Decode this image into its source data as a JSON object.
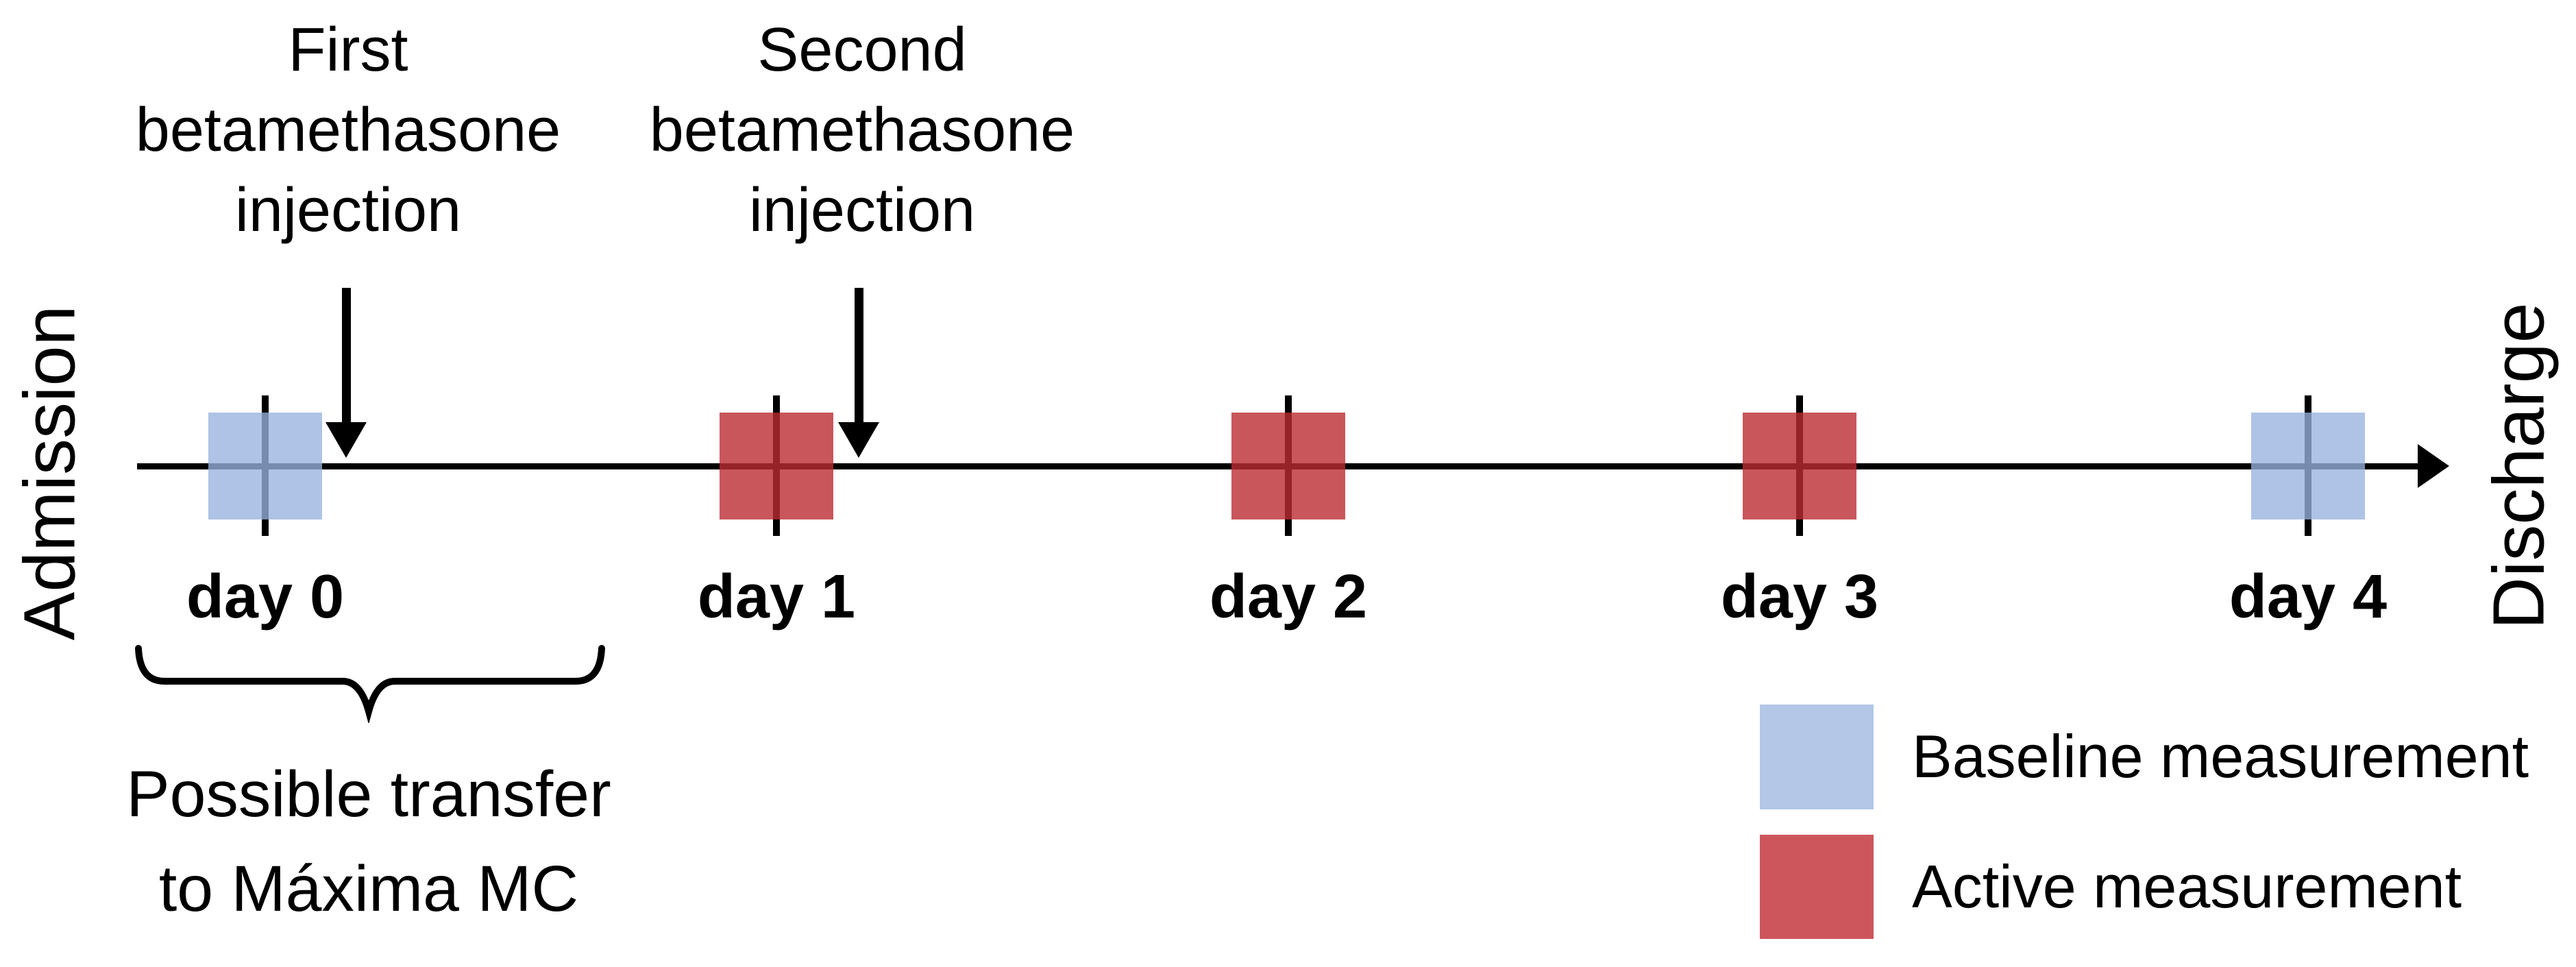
{
  "timeline": {
    "start_label": "Admission",
    "end_label": "Discharge",
    "days": [
      {
        "label": "day 0",
        "measurement": "baseline"
      },
      {
        "label": "day 1",
        "measurement": "active"
      },
      {
        "label": "day 2",
        "measurement": "active"
      },
      {
        "label": "day 3",
        "measurement": "active"
      },
      {
        "label": "day 4",
        "measurement": "baseline"
      }
    ]
  },
  "annotations": {
    "first_injection": {
      "lines": [
        "First",
        "betamethasone",
        "injection"
      ]
    },
    "second_injection": {
      "lines": [
        "Second",
        "betamethasone",
        "injection"
      ]
    }
  },
  "brace_note": {
    "lines": [
      "Possible transfer",
      "to Máxima MC"
    ]
  },
  "legend": {
    "items": [
      {
        "label": "Baseline measurement",
        "color": "#b4c7e7"
      },
      {
        "label": "Active measurement",
        "color": "#cd565c"
      }
    ]
  },
  "colors": {
    "baseline_overlay": "rgba(151,178,222,0.78)",
    "active_overlay": "rgba(188,44,50,0.8)",
    "line": "#000000"
  }
}
